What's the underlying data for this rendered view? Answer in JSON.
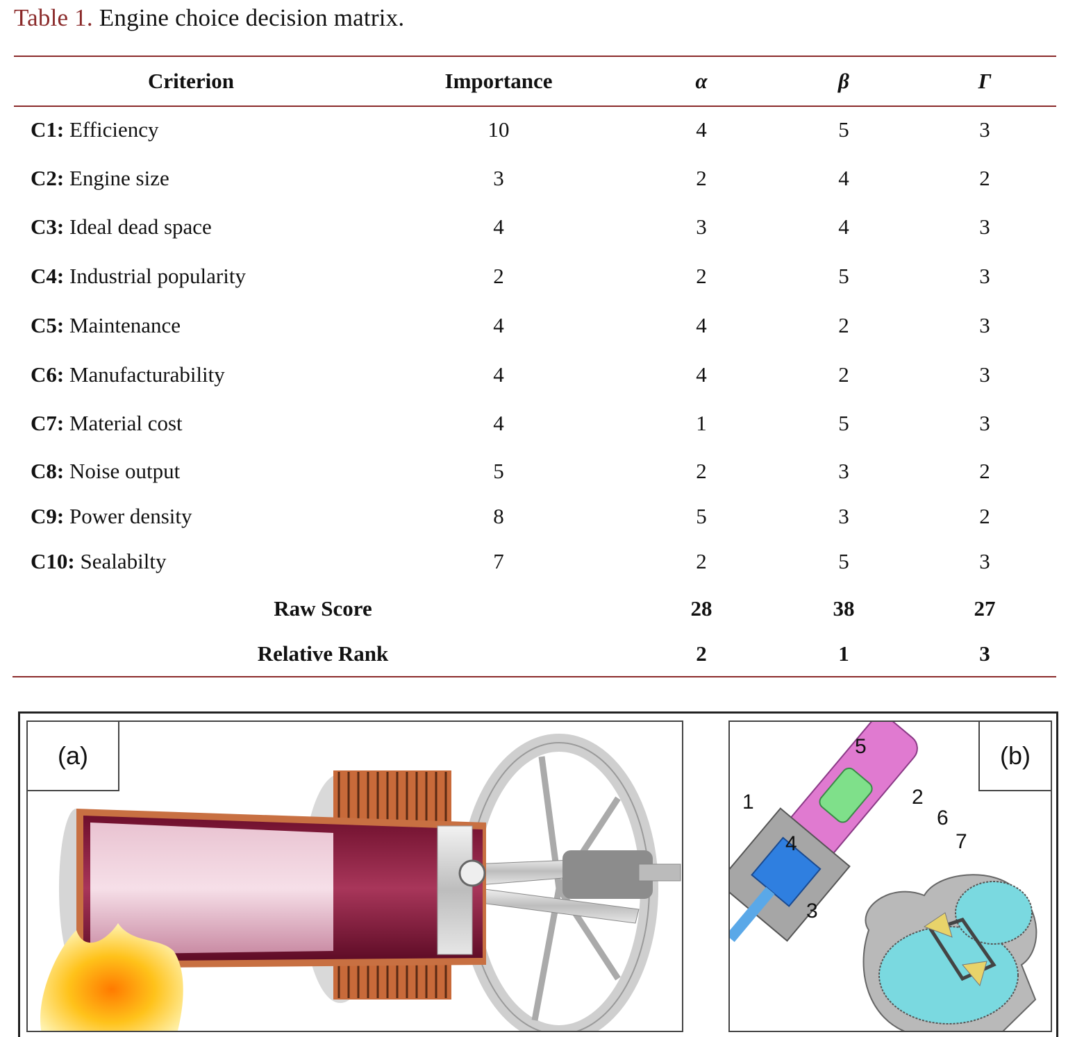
{
  "caption": {
    "label": "Table 1.",
    "text": "Engine choice decision matrix."
  },
  "table": {
    "headers": [
      "Criterion",
      "Importance",
      "α",
      "β",
      "Γ"
    ],
    "rows": [
      {
        "code": "C1:",
        "name": "Efficiency",
        "importance": "10",
        "alpha": "4",
        "beta": "5",
        "gamma": "3"
      },
      {
        "code": "C2:",
        "name": "Engine size",
        "importance": "3",
        "alpha": "2",
        "beta": "4",
        "gamma": "2"
      },
      {
        "code": "C3:",
        "name": "Ideal dead space",
        "importance": "4",
        "alpha": "3",
        "beta": "4",
        "gamma": "3"
      },
      {
        "code": "C4:",
        "name": "Industrial popularity",
        "importance": "2",
        "alpha": "2",
        "beta": "5",
        "gamma": "3"
      },
      {
        "code": "C5:",
        "name": "Maintenance",
        "importance": "4",
        "alpha": "4",
        "beta": "2",
        "gamma": "3"
      },
      {
        "code": "C6:",
        "name": "Manufacturability",
        "importance": "4",
        "alpha": "4",
        "beta": "2",
        "gamma": "3"
      },
      {
        "code": "C7:",
        "name": "Material cost",
        "importance": "4",
        "alpha": "1",
        "beta": "5",
        "gamma": "3"
      },
      {
        "code": "C8:",
        "name": "Noise output",
        "importance": "5",
        "alpha": "2",
        "beta": "3",
        "gamma": "2"
      },
      {
        "code": "C9:",
        "name": "Power density",
        "importance": "8",
        "alpha": "5",
        "beta": "3",
        "gamma": "2"
      },
      {
        "code": "C10:",
        "name": "Sealabilty",
        "importance": "7",
        "alpha": "2",
        "beta": "5",
        "gamma": "3"
      }
    ],
    "raw_score": {
      "label": "Raw Score",
      "alpha": "28",
      "beta": "38",
      "gamma": "27"
    },
    "relative_rank": {
      "label": "Relative Rank",
      "alpha": "2",
      "beta": "1",
      "gamma": "3"
    }
  },
  "figure": {
    "panel_a_label": "(a)",
    "panel_b_label": "(b)",
    "part_numbers": [
      "1",
      "2",
      "3",
      "4",
      "5",
      "6",
      "7"
    ]
  }
}
